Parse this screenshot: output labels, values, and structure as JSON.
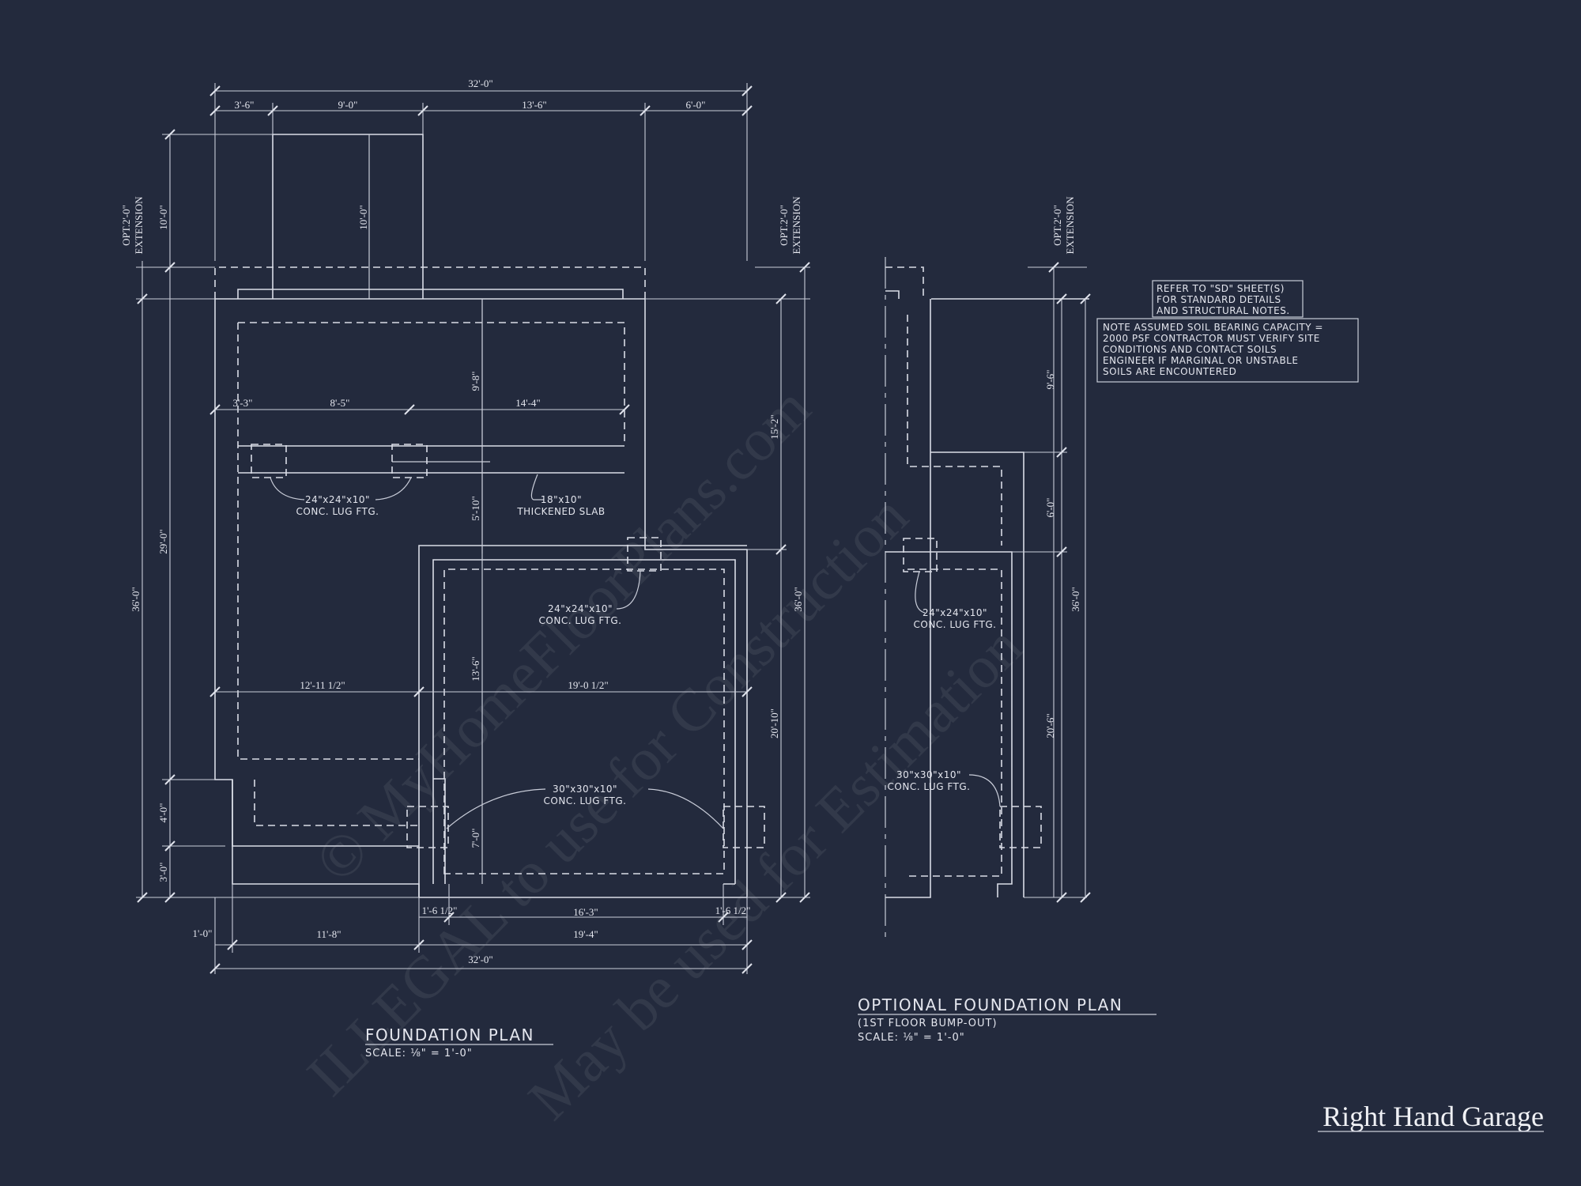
{
  "watermark": {
    "line1": "© MyHomeFloorPlans.com",
    "line2": "ILLEGAL to use for Construction",
    "line3": "May be used for Estimation"
  },
  "plan": {
    "title": "FOUNDATION PLAN",
    "scale": "SCALE: ⅛\" = 1'-0\"",
    "dims_top": {
      "overall": "32'-0\"",
      "seg1": "3'-6\"",
      "seg2": "9'-0\"",
      "seg3": "13'-6\"",
      "seg4": "6'-0\""
    },
    "dims_interior": {
      "a": "3'-3\"",
      "b": "8'-5\"",
      "c": "14'-4\"",
      "d": "12'-11 1/2\"",
      "e": "19'-0 1/2\"",
      "v1": "9'-8\"",
      "v2": "5'-10\"",
      "v3": "13'-6\"",
      "v4": "7'-0\"",
      "v5": "10'-0\""
    },
    "dims_left": {
      "ext": "10'-0\"",
      "ext_label1": "OPT.2'-0\"",
      "ext_label2": "EXTENSION",
      "overall": "36'-0\"",
      "a": "29'-0\"",
      "b": "4'-0\"",
      "c": "3'-0\""
    },
    "dims_right": {
      "ext_label1": "OPT.2'-0\"",
      "ext_label2": "EXTENSION",
      "overall": "36'-0\"",
      "a": "15'-2\"",
      "b": "20'-10\""
    },
    "dims_bottom": {
      "a": "1'-6 1/2\"",
      "b": "16'-3\"",
      "c": "1'-6 1/2\"",
      "d": "1'-0\"",
      "e": "11'-8\"",
      "f": "19'-4\"",
      "overall": "32'-0\""
    },
    "notes": {
      "lug1_l1": "24\"x24\"x10\"",
      "lug1_l2": "CONC. LUG FTG.",
      "slab_l1": "18\"x10\"",
      "slab_l2": "THICKENED SLAB",
      "lug2_l1": "24\"x24\"x10\"",
      "lug2_l2": "CONC. LUG FTG.",
      "lug3_l1": "30\"x30\"x10\"",
      "lug3_l2": "CONC. LUG FTG."
    }
  },
  "opt_plan": {
    "title": "OPTIONAL FOUNDATION PLAN",
    "subtitle": "(1ST FLOOR BUMP-OUT)",
    "scale": "SCALE: ⅛\" = 1'-0\"",
    "ext_label1": "OPT.2'-0\"",
    "ext_label2": "EXTENSION",
    "dims": {
      "a": "9'-6\"",
      "b": "6'-0\"",
      "c": "20'-6\"",
      "overall": "36'-0\""
    },
    "notes": {
      "lug1_l1": "24\"x24\"x10\"",
      "lug1_l2": "CONC. LUG FTG.",
      "lug2_l1": "30\"x30\"x10\"",
      "lug2_l2": "CONC. LUG FTG."
    }
  },
  "general_notes": {
    "refer": [
      "REFER TO \"SD\" SHEET(S)",
      "FOR STANDARD DETAILS",
      "AND STRUCTURAL NOTES."
    ],
    "soil": [
      "NOTE ASSUMED SOIL BEARING CAPACITY =",
      "2000 PSF CONTRACTOR MUST VERIFY SITE",
      "CONDITIONS AND CONTACT SOILS",
      "ENGINEER IF MARGINAL OR UNSTABLE",
      "SOILS ARE ENCOUNTERED"
    ]
  },
  "sheet_label": "Right Hand Garage",
  "colors": {
    "background": "#232a3d",
    "linework": "#d9dce6"
  }
}
